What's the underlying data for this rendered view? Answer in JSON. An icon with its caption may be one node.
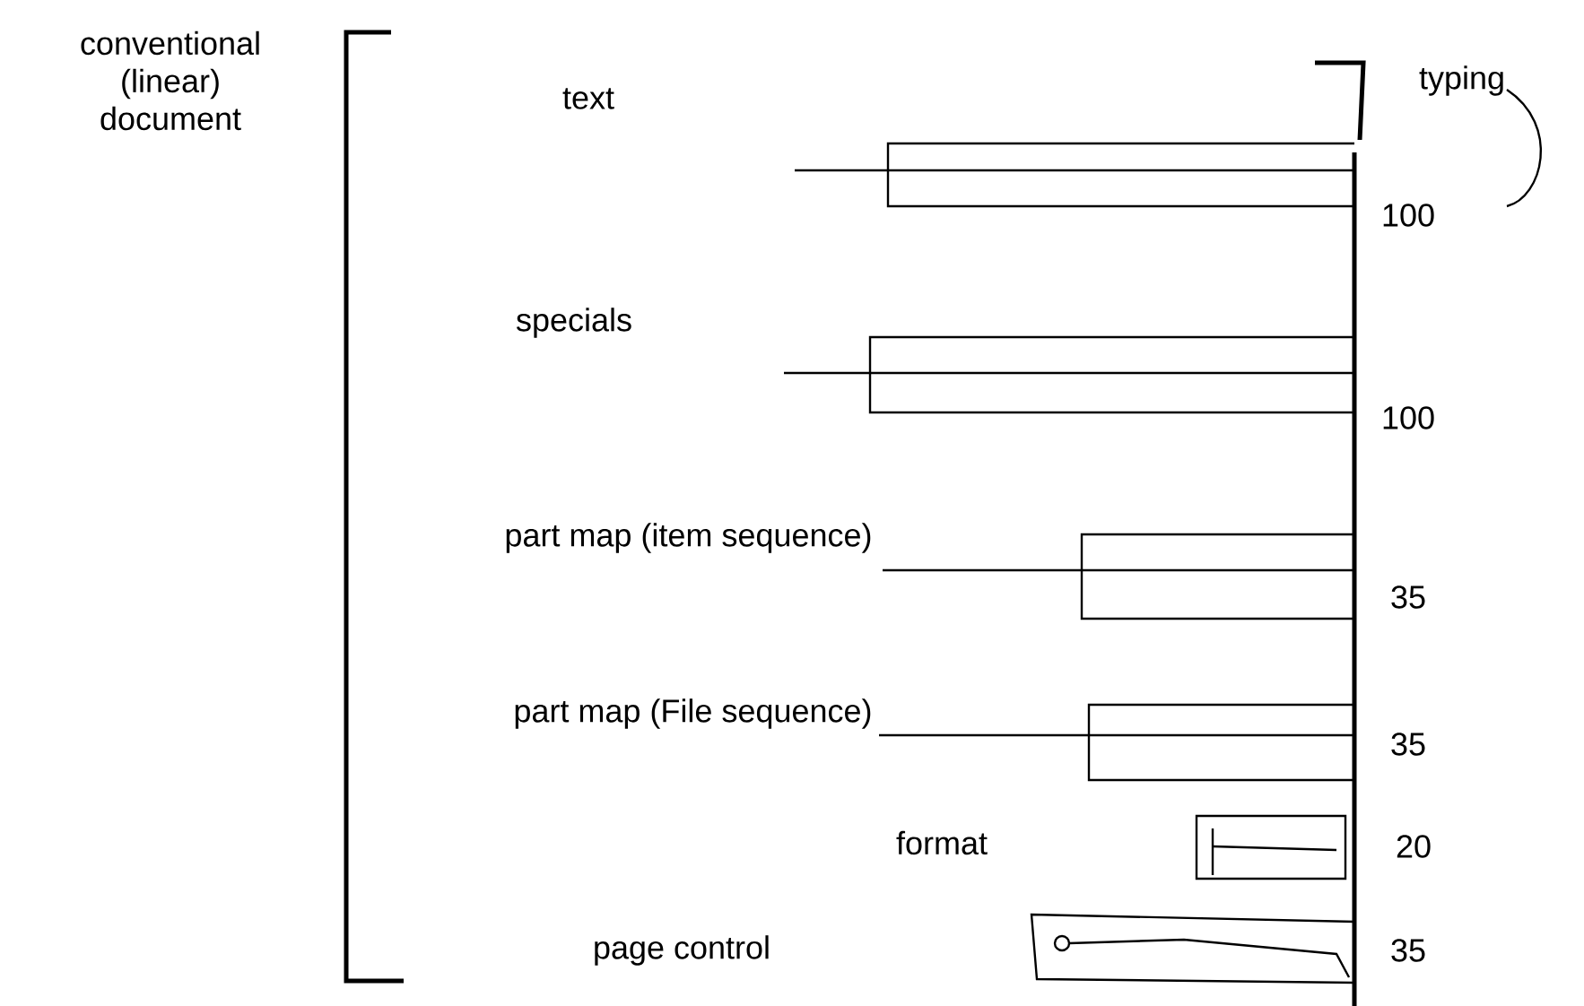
{
  "diagram": {
    "labels": [
      "conventional (linear) document",
      "typing",
      "text",
      "100",
      "specials",
      "100",
      "part map (item sequence)",
      "35",
      "part map (File sequence)",
      "35",
      "format",
      "20",
      "page control",
      "35"
    ]
  }
}
